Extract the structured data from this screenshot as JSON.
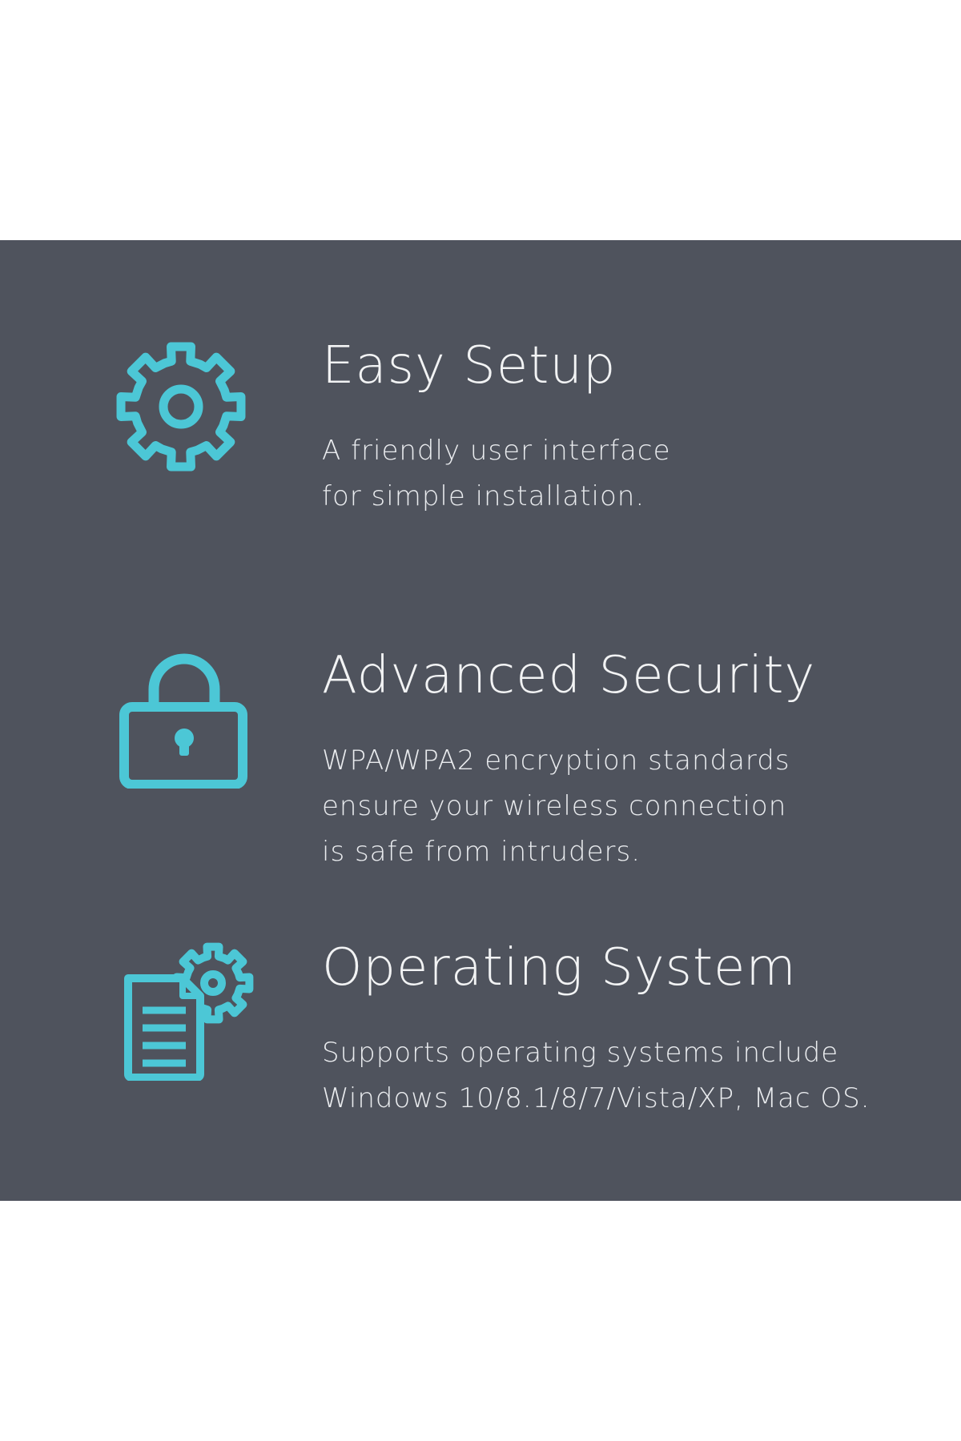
{
  "colors": {
    "background": "#ffffff",
    "panel": "#4f535d",
    "accent": "#4cc7d6",
    "text": "#f2f3f4"
  },
  "features": [
    {
      "icon": "gear-icon",
      "title": "Easy Setup",
      "lines": [
        "A friendly user interface",
        "for simple installation."
      ]
    },
    {
      "icon": "lock-icon",
      "title": "Advanced Security",
      "lines": [
        "WPA/WPA2 encryption standards",
        "ensure your wireless connection",
        "is safe from intruders."
      ]
    },
    {
      "icon": "document-gear-icon",
      "title": "Operating System",
      "lines": [
        "Supports operating systems include",
        "Windows 10/8.1/8/7/Vista/XP, Mac OS."
      ]
    }
  ]
}
